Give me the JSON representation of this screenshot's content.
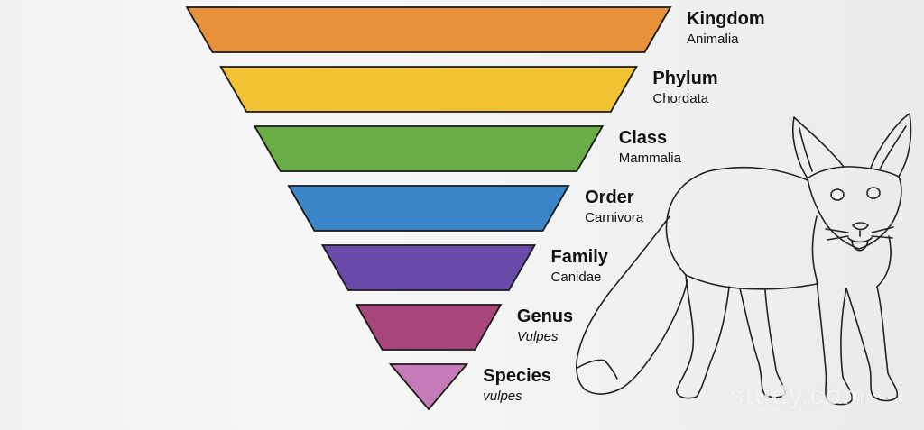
{
  "levels": [
    {
      "rank": "Kingdom",
      "name": "Animalia",
      "italic": false,
      "color": "#e8913b"
    },
    {
      "rank": "Phylum",
      "name": "Chordata",
      "italic": false,
      "color": "#f1c232"
    },
    {
      "rank": "Class",
      "name": "Mammalia",
      "italic": false,
      "color": "#6aac45"
    },
    {
      "rank": "Order",
      "name": "Carnivora",
      "italic": false,
      "color": "#3a86c8"
    },
    {
      "rank": "Family",
      "name": "Canidae",
      "italic": false,
      "color": "#6a4aa8"
    },
    {
      "rank": "Genus",
      "name": "Vulpes",
      "italic": true,
      "color": "#a8457a"
    },
    {
      "rank": "Species",
      "name": "vulpes",
      "italic": true,
      "color": "#c67ab8"
    }
  ],
  "illustration": {
    "subject": "fox-line-drawing"
  },
  "watermark": {
    "text": "study.com"
  }
}
